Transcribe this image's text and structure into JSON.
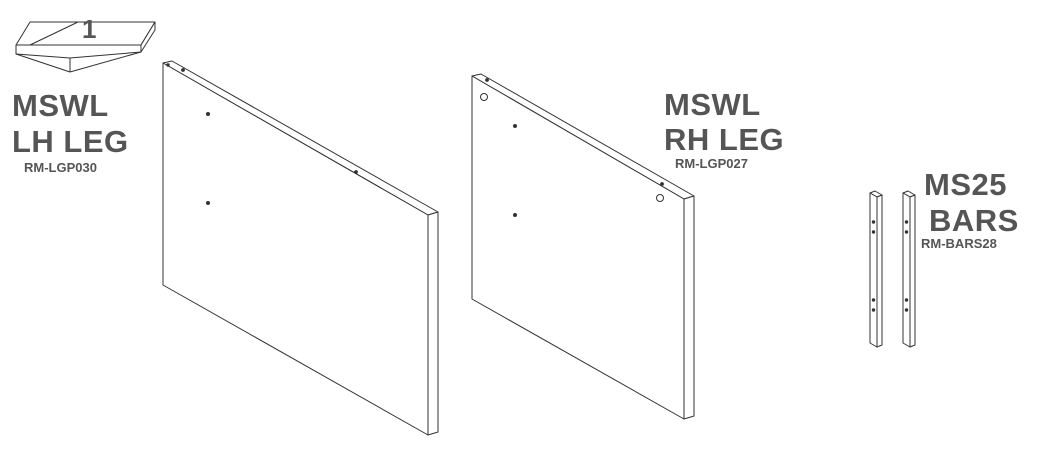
{
  "package": {
    "number": "1",
    "icon": "box-icon"
  },
  "parts": [
    {
      "name_line1": "MSWL",
      "name_line2": "LH LEG",
      "code": "RM-LGP030",
      "icon": "panel-icon"
    },
    {
      "name_line1": "MSWL",
      "name_line2": "RH LEG",
      "code": "RM-LGP027",
      "icon": "panel-icon"
    },
    {
      "name_line1": "MS25",
      "name_line2": "BARS",
      "code": "RM-BARS28",
      "icon": "bar-icon"
    }
  ],
  "colors": {
    "line": "#333333",
    "text": "#555555",
    "fill": "#ffffff"
  }
}
